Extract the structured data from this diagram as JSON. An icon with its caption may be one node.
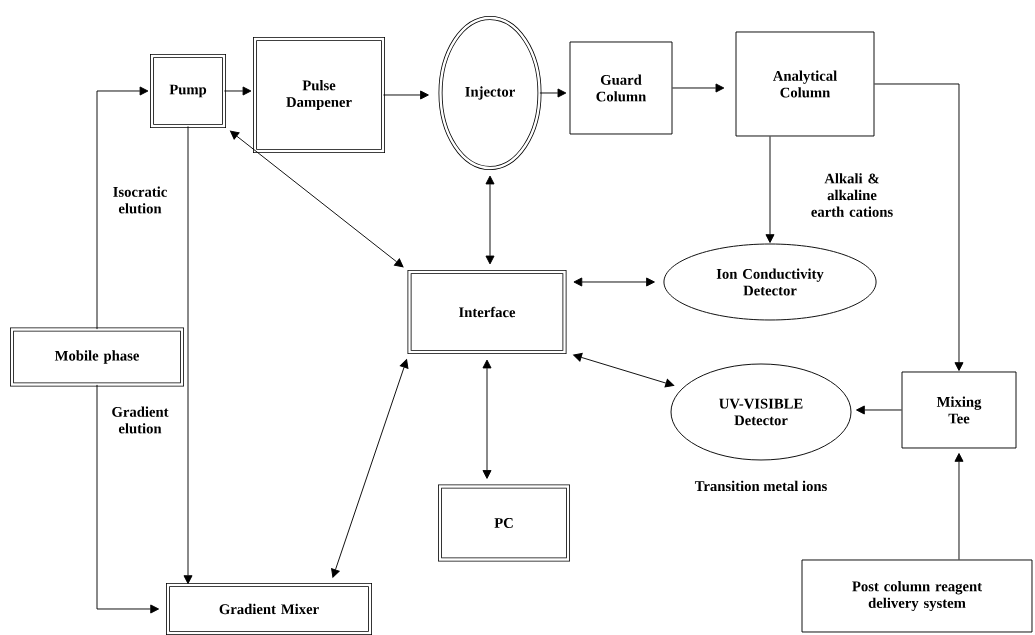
{
  "diagram": {
    "nodes": [
      {
        "text": [
          "Pump"
        ]
      },
      {
        "text": [
          "Pulse Dampener"
        ]
      },
      {
        "text": [
          "Injector"
        ]
      },
      {
        "text": [
          "Guard Column"
        ]
      },
      {
        "text": [
          "Analytical Column"
        ]
      },
      {
        "text": [
          "Ion Conductivity Detector"
        ]
      },
      {
        "text": [
          "Interface"
        ]
      },
      {
        "text": [
          "Mobile phase"
        ]
      },
      {
        "text": [
          "UV-VISIBLE Detector"
        ],
        "beside": [
          "Transition metal ions"
        ]
      },
      {
        "text": [
          "Mixing Tee"
        ]
      },
      {
        "text": [
          "PC"
        ]
      },
      {
        "text": [
          "Gradient Mixer"
        ]
      },
      {
        "text": [
          "Post column reagent delivery system"
        ]
      }
    ],
    "edges": [
      {
        "from": 7,
        "to": 0,
        "arrow": "to",
        "label": "Isocratic elution"
      },
      {
        "from": 0,
        "to": 1,
        "arrow": "to"
      },
      {
        "from": 1,
        "to": 2,
        "arrow": "to"
      },
      {
        "from": 2,
        "to": 3,
        "arrow": "to"
      },
      {
        "from": 3,
        "to": 4,
        "arrow": "to"
      },
      {
        "from": 4,
        "to": 5,
        "arrow": "to",
        "label": "Alkali & alkaline earth cations"
      },
      {
        "from": 4,
        "to": 9,
        "arrow": "to"
      },
      {
        "from": 9,
        "to": 8,
        "arrow": "to"
      },
      {
        "from": 12,
        "to": 9,
        "arrow": "to"
      },
      {
        "from": 0,
        "to": 6,
        "arrow": "both"
      },
      {
        "from": 2,
        "to": 6,
        "arrow": "both"
      },
      {
        "from": 6,
        "to": 5,
        "arrow": "both"
      },
      {
        "from": 6,
        "to": 8,
        "arrow": "both"
      },
      {
        "from": 6,
        "to": 10,
        "arrow": "both"
      },
      {
        "from": 6,
        "to": 11,
        "arrow": "both"
      },
      {
        "from": 0,
        "to": 11,
        "arrow": "to"
      },
      {
        "from": 7,
        "to": 11,
        "arrow": "to",
        "label": "Gradient elution"
      }
    ]
  }
}
